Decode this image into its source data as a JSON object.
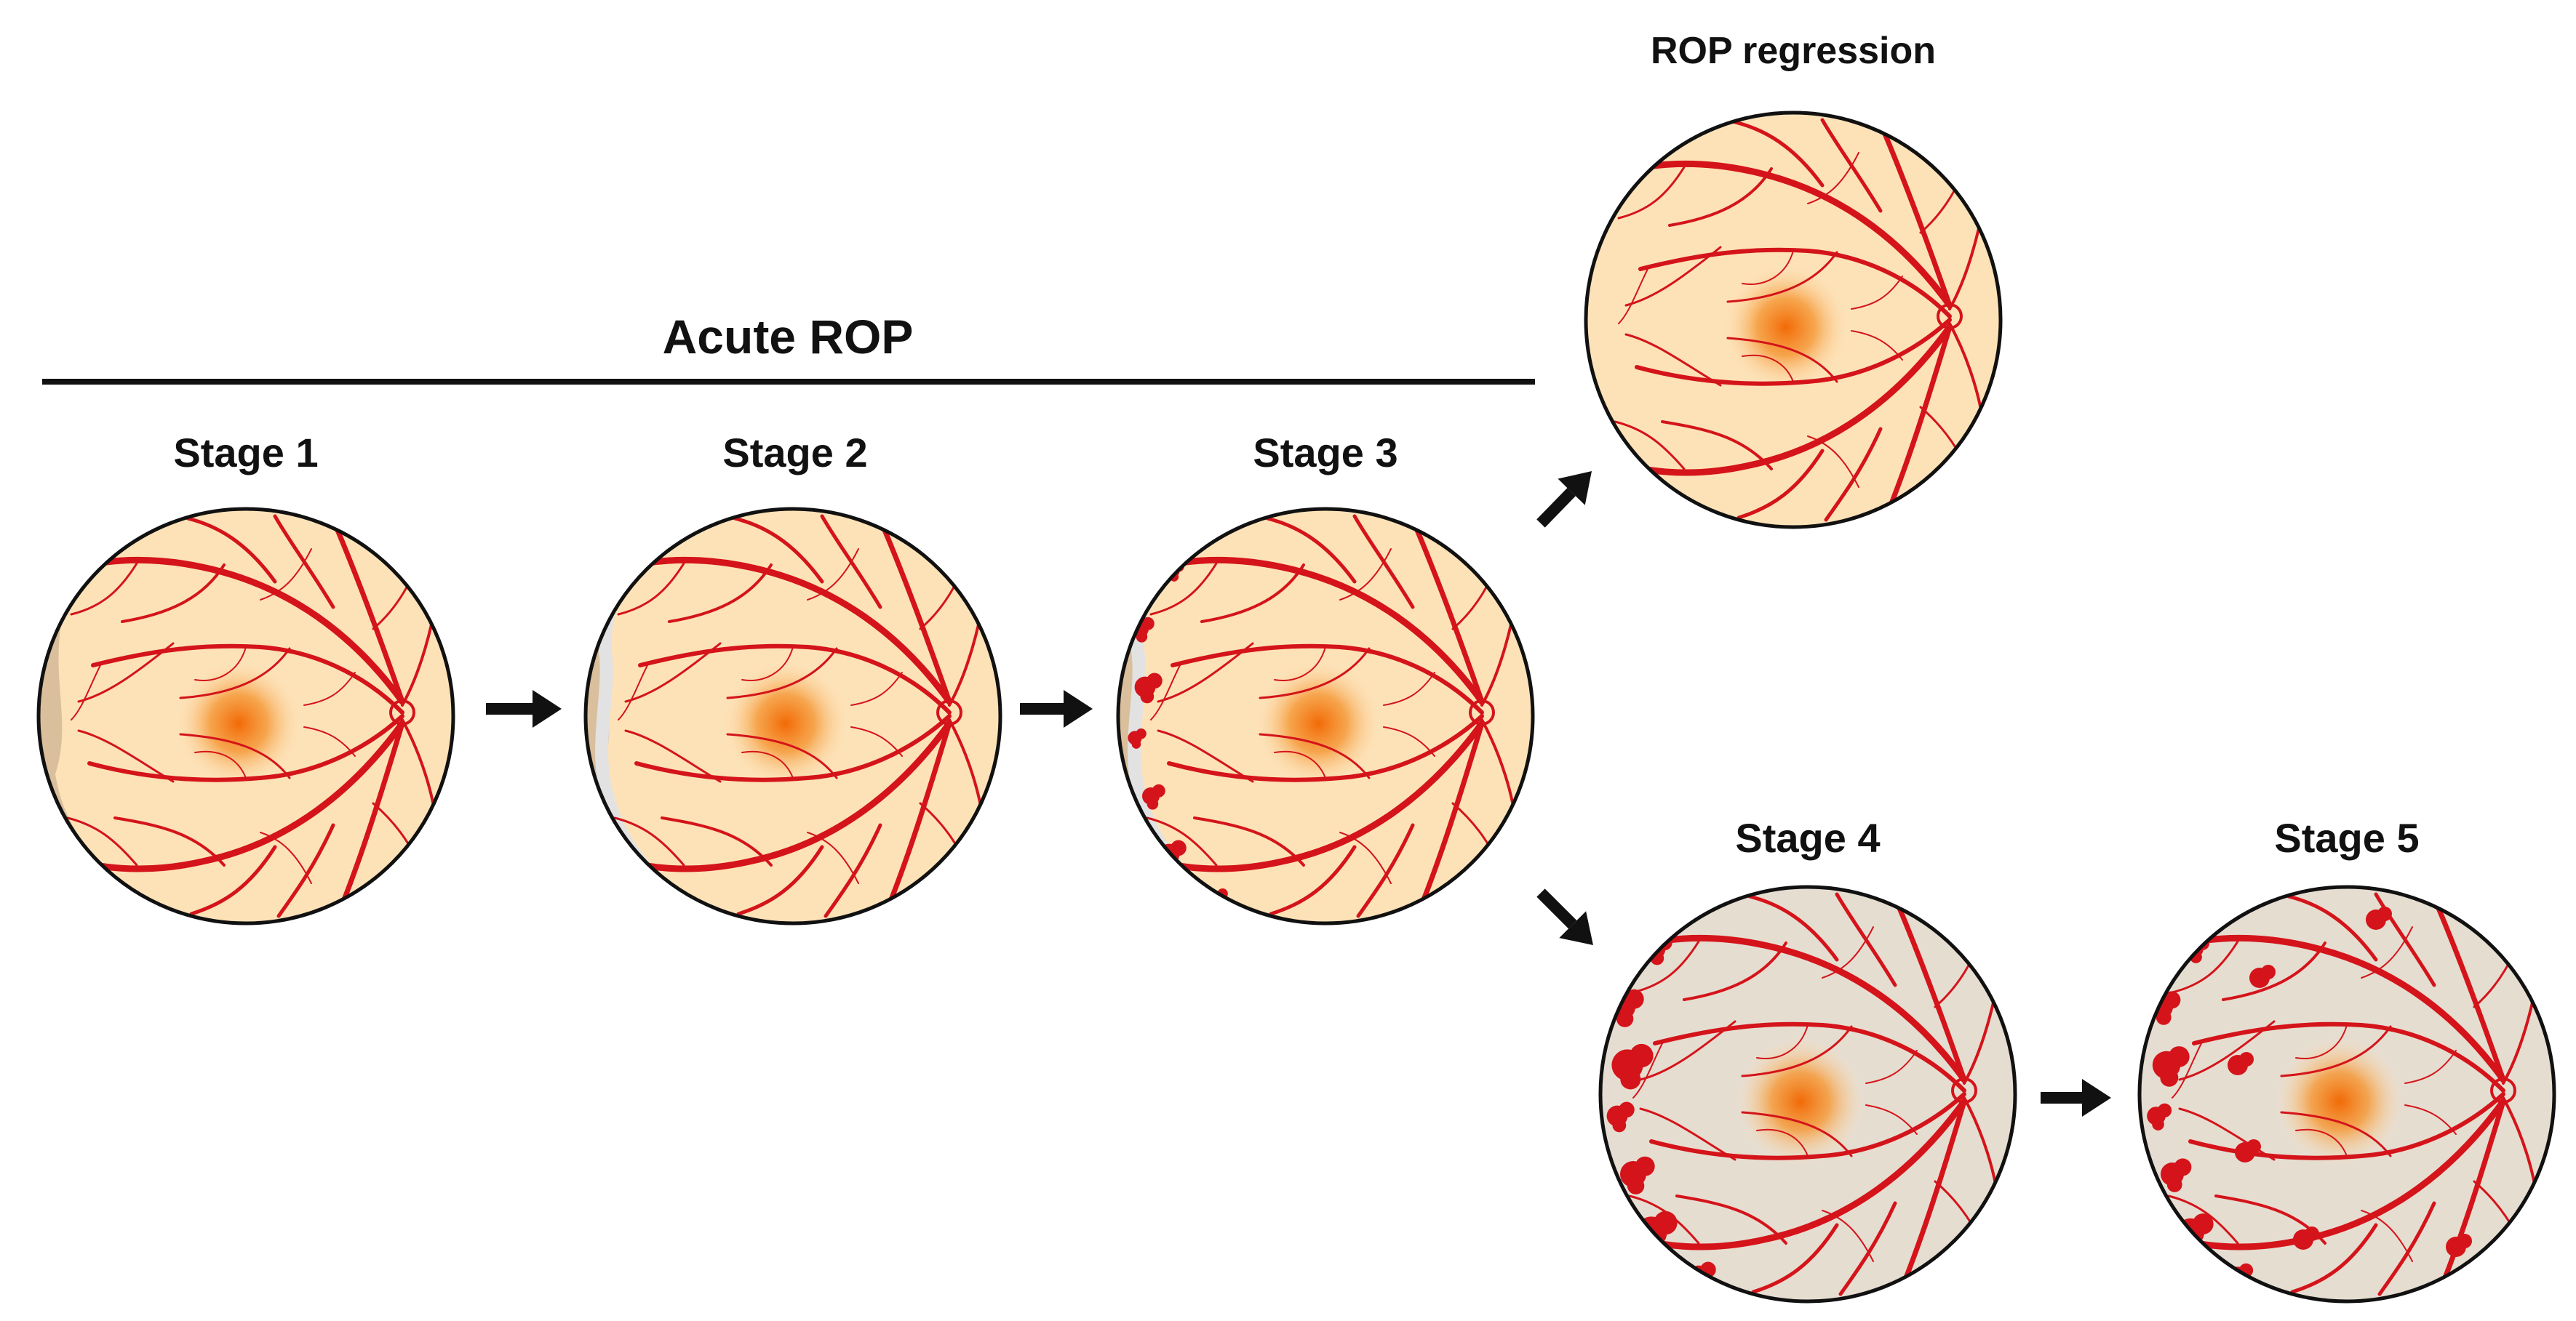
{
  "acute_heading": "Acute ROP",
  "regression_label": "ROP regression",
  "stages": [
    {
      "id": "stage-1",
      "label": "Stage 1"
    },
    {
      "id": "stage-2",
      "label": "Stage 2"
    },
    {
      "id": "stage-3",
      "label": "Stage 3"
    },
    {
      "id": "stage-4",
      "label": "Stage 4"
    },
    {
      "id": "stage-5",
      "label": "Stage 5"
    }
  ],
  "colors": {
    "retina": "#fde2b8",
    "avascular_zone": "#d9bf9c",
    "ridge": "#e2e2e2",
    "vessel": "#d4141a",
    "fovea": "#f07c1a",
    "detachment": "#e6ddd1",
    "outline": "#111111",
    "arrow": "#111111"
  }
}
